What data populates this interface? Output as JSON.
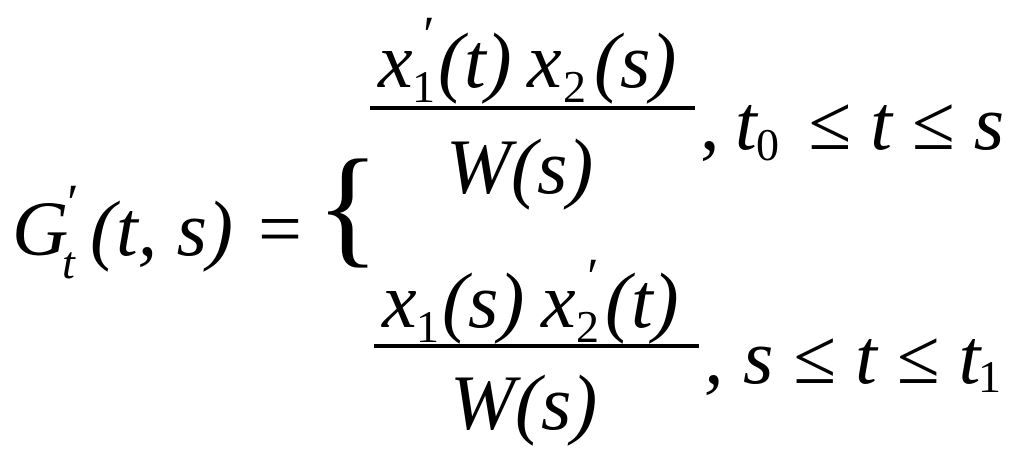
{
  "equation": {
    "lhs": {
      "G": "G",
      "prime": "′",
      "sub_t": "t",
      "args": "(t, s)",
      "equals": "="
    },
    "brace": "{",
    "case1": {
      "num_x1": "x",
      "num_x1_prime": "′",
      "num_x1_sub": "1",
      "num_t": "(t)",
      "num_x2": "x",
      "num_x2_sub": "2",
      "num_s": "(s)",
      "den": "W(s)",
      "cond_comma": ",",
      "cond_t0": "t",
      "cond_t0_sub": "0",
      "cond_rest": "≤ t ≤ s"
    },
    "case2": {
      "num_x1": "x",
      "num_x1_sub": "1",
      "num_s": "(s)",
      "num_x2": "x",
      "num_x2_prime": "′",
      "num_x2_sub": "2",
      "num_t": "(t)",
      "den": "W(s)",
      "cond": ", s ≤ t ≤ t",
      "cond_t1_sub": "1"
    }
  }
}
